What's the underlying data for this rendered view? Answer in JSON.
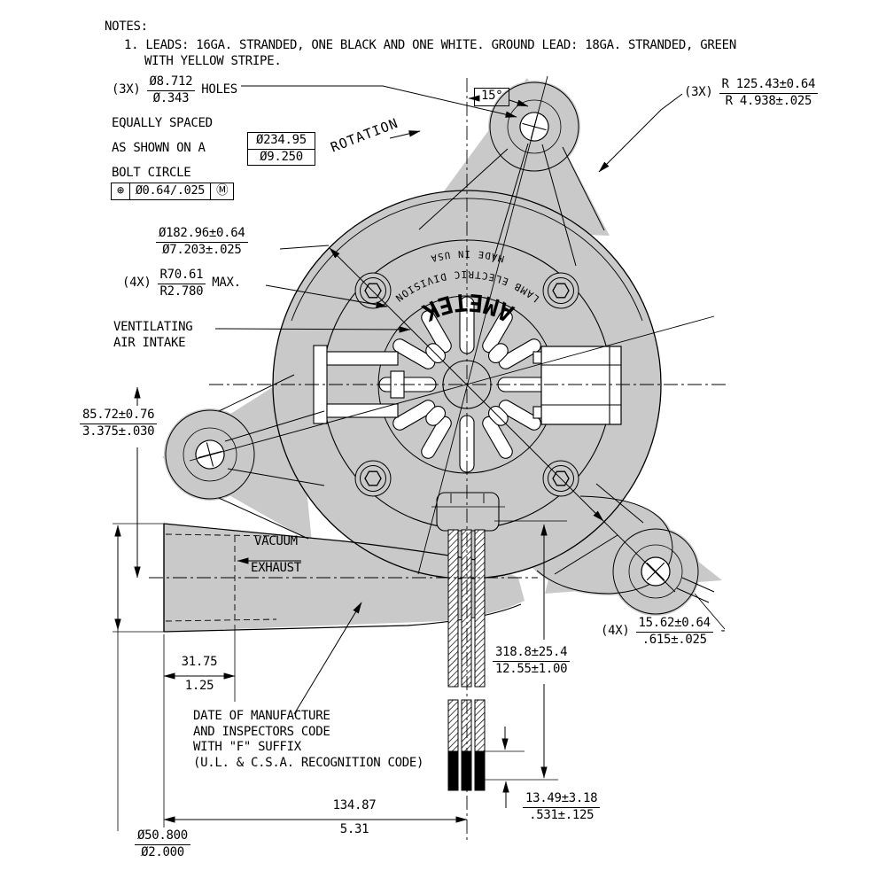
{
  "notes": {
    "title": "NOTES:",
    "line1": "1. LEADS: 16GA. STRANDED, ONE BLACK AND ONE WHITE. GROUND LEAD: 18GA. STRANDED, GREEN",
    "line2": "WITH YELLOW STRIPE."
  },
  "callouts": {
    "holes": {
      "qty": "(3X)",
      "num": "Ø8.712",
      "den": "Ø.343",
      "suffix": "HOLES",
      "line2": "EQUALLY SPACED",
      "line3": "AS SHOWN ON A",
      "line4": "BOLT CIRCLE"
    },
    "fcf": {
      "symbol": "⊕",
      "tolerance": "Ø0.64/.025",
      "modifier": "Ⓜ"
    },
    "bolt_circle": {
      "num": "Ø234.95",
      "den": "Ø9.250"
    },
    "rotation": "ROTATION",
    "angle": "15°",
    "radius_3x": {
      "qty": "(3X)",
      "num": "R 125.43±0.64",
      "den": "R 4.938±.025"
    },
    "housing_dia": {
      "num": "Ø182.96±0.64",
      "den": "Ø7.203±.025"
    },
    "radius_4x": {
      "qty": "(4X)",
      "num": "R70.61",
      "den": "R2.780",
      "suffix": "MAX."
    },
    "vent": {
      "line1": "VENTILATING",
      "line2": "AIR INTAKE"
    },
    "vacuum": {
      "line1": "VACUUM",
      "line2": "EXHAUST"
    },
    "date_note": {
      "line1": "DATE OF MANUFACTURE",
      "line2": "AND INSPECTORS CODE",
      "line3": "WITH \"F\" SUFFIX",
      "line4": "(U.L. & C.S.A. RECOGNITION CODE)"
    }
  },
  "dimensions": {
    "center_to_exhaust": {
      "num": "85.72±0.76",
      "den": "3.375±.030"
    },
    "flange_depth": {
      "num": "31.75",
      "den": "1.25"
    },
    "tab_thickness": {
      "qty": "(4X)",
      "num": "15.62±0.64",
      "den": ".615±.025",
      "dash": "-"
    },
    "lead_length": {
      "num": "318.8±25.4",
      "den": "12.55±1.00"
    },
    "strip_length": {
      "num": "13.49±3.18",
      "den": ".531±.125"
    },
    "face_to_center": {
      "num": "134.87",
      "den": "5.31"
    },
    "exhaust_bore": {
      "num": "Ø50.800",
      "den": "Ø2.000"
    }
  },
  "label": {
    "brand": "AMETEK",
    "division": "LAMB ELECTRIC DIVISION",
    "origin": "MADE IN USA"
  },
  "colors": {
    "housing_fill": "#c9c9c9",
    "line": "#000000",
    "background": "#ffffff"
  }
}
